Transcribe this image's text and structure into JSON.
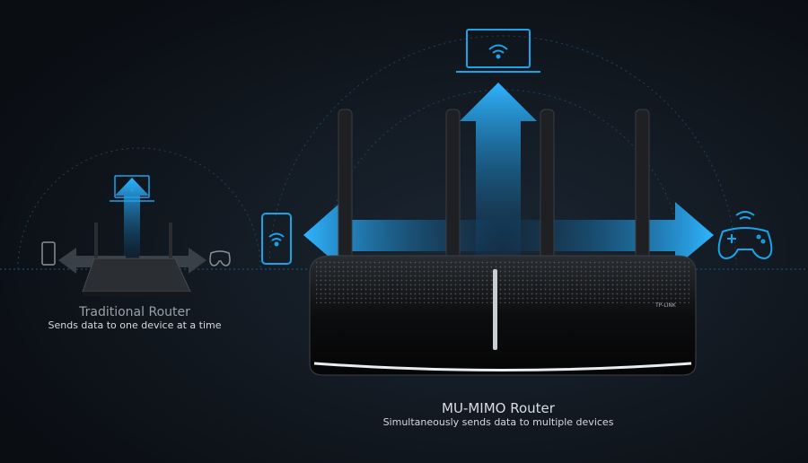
{
  "traditional": {
    "title": "Traditional Router",
    "subtitle": "Sends data to one device at a time"
  },
  "mumimo": {
    "title": "MU-MIMO Router",
    "subtitle": "Simultaneously sends data to multiple devices"
  },
  "brand": "TP-LINK",
  "colors": {
    "accent": "#1aa3e8",
    "background": "#0d1117"
  }
}
